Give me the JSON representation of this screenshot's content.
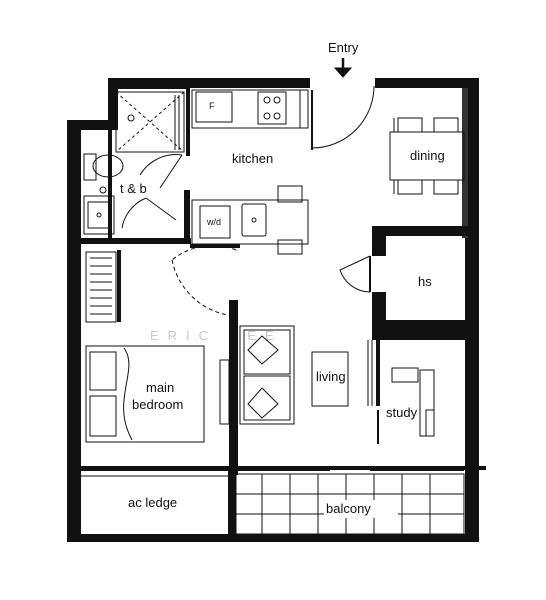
{
  "entry": "Entry",
  "watermark": "ERIC SEE",
  "rooms": {
    "kitchen": "kitchen",
    "dining": "dining",
    "tb": "t & b",
    "hs": "hs",
    "main_bedroom_line1": "main",
    "main_bedroom_line2": "bedroom",
    "living": "living",
    "study": "study",
    "ac_ledge": "ac ledge",
    "balcony": "balcony"
  },
  "fixtures": {
    "fridge": "F",
    "washer_dryer": "w/d"
  }
}
